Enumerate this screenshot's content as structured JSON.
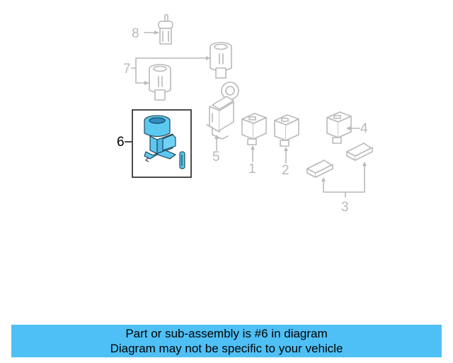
{
  "callouts": {
    "c1": "1",
    "c2": "2",
    "c3": "3",
    "c4": "4",
    "c5": "5",
    "c6": "6",
    "c7": "7",
    "c8": "8"
  },
  "banner": {
    "line1": "Part or sub-assembly is #6 in diagram",
    "line2": "Diagram may not be specific to your vehicle"
  },
  "colors": {
    "highlight": "#4fc0f6",
    "highlight_part": "#5bc8f0",
    "line_gray": "#b9b9b9",
    "outline": "#000000"
  }
}
